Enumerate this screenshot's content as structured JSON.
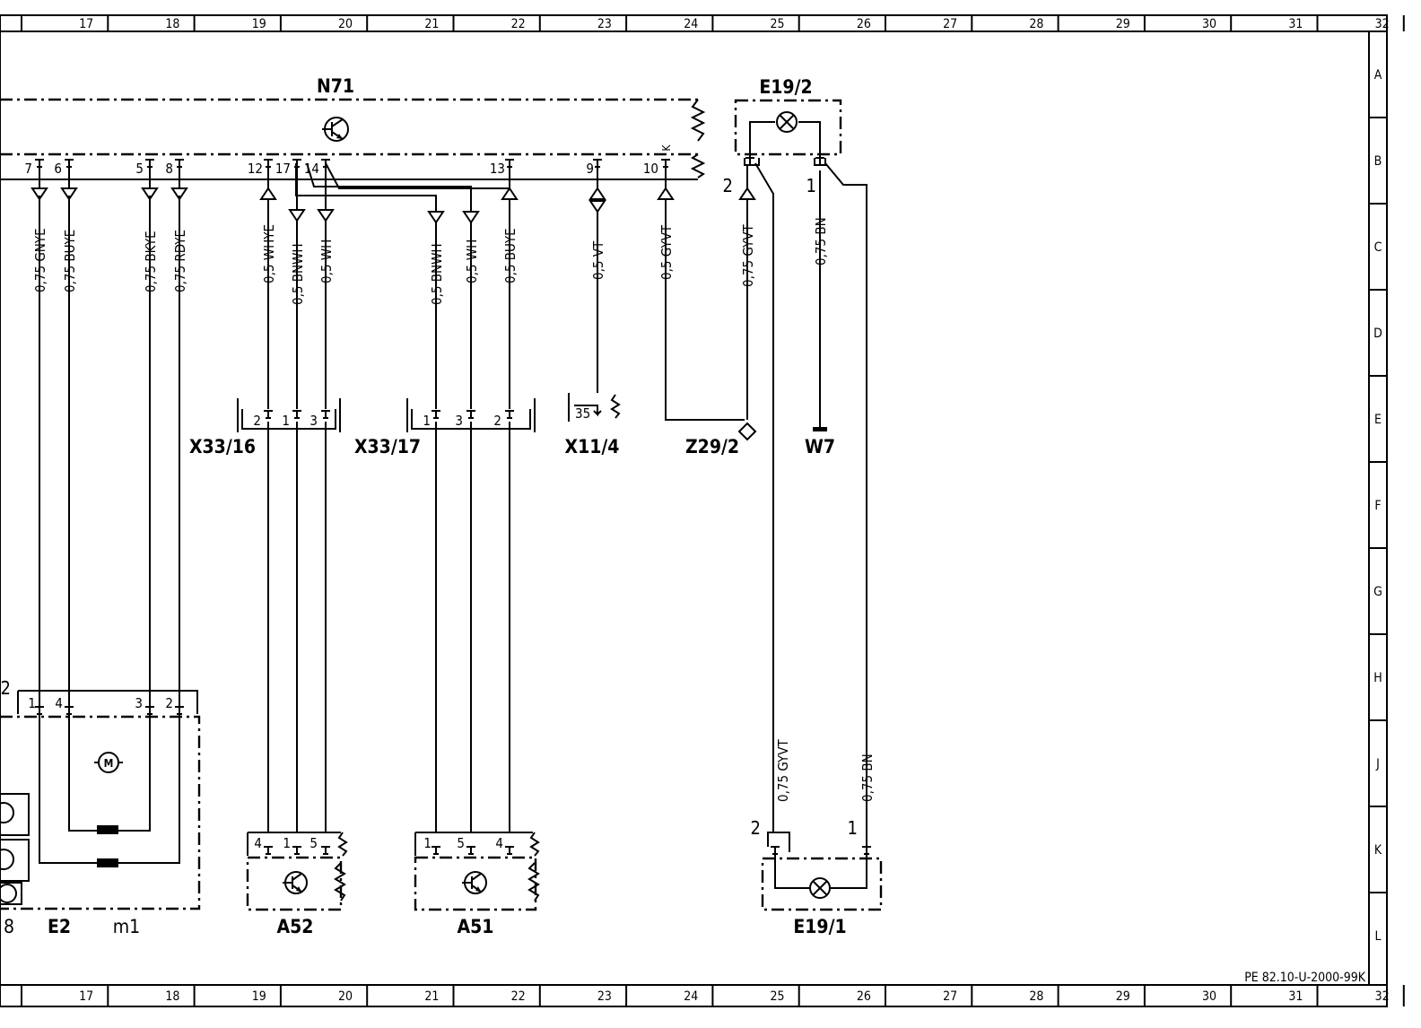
{
  "columns": [
    "17",
    "18",
    "19",
    "20",
    "21",
    "22",
    "23",
    "24",
    "25",
    "26",
    "27",
    "28",
    "29",
    "30",
    "31",
    "32"
  ],
  "rows": [
    "A",
    "B",
    "C",
    "D",
    "E",
    "F",
    "G",
    "H",
    "J",
    "K",
    "L"
  ],
  "doc_code": "PE 82.10-U-2000-99K",
  "components": {
    "n71": "N71",
    "e19_2": "E19/2",
    "e19_1": "E19/1",
    "x33_16": "X33/16",
    "x33_17": "X33/17",
    "x11_4": "X11/4",
    "z29_2": "Z29/2",
    "w7": "W7",
    "a52": "A52",
    "a51": "A51",
    "e2": "E2",
    "m1": "m1",
    "left_8": "8",
    "motor_m": "M"
  },
  "n71_pins": [
    "7",
    "6",
    "5",
    "8",
    "12",
    "17",
    "14",
    "13",
    "9",
    "10",
    "K"
  ],
  "e19_2_pins": [
    "2",
    "1"
  ],
  "e19_1_pins": [
    "2",
    "1"
  ],
  "x33_16_pins": [
    "2",
    "1",
    "3"
  ],
  "x33_17_pins": [
    "1",
    "3",
    "2"
  ],
  "x11_4_pins": [
    "35"
  ],
  "a52_pins": [
    "4",
    "1",
    "5"
  ],
  "a51_pins": [
    "1",
    "5",
    "4"
  ],
  "e2_pins": [
    "2",
    "1",
    "4",
    "3",
    "2"
  ],
  "wires": [
    "0,75 GNYE",
    "0,75 BUYE",
    "0,75 BKYE",
    "0,75 RDYE",
    "0,5 WHYE",
    "0,5 BNWH",
    "0,5 WH",
    "0,5 BNWH",
    "0,5 WH",
    "0,5 BUYE",
    "0,5 VT",
    "0,5 GYVT",
    "0,75 GYVT",
    "0,75 BN",
    "0,75 GYVT",
    "0,75 BN"
  ]
}
